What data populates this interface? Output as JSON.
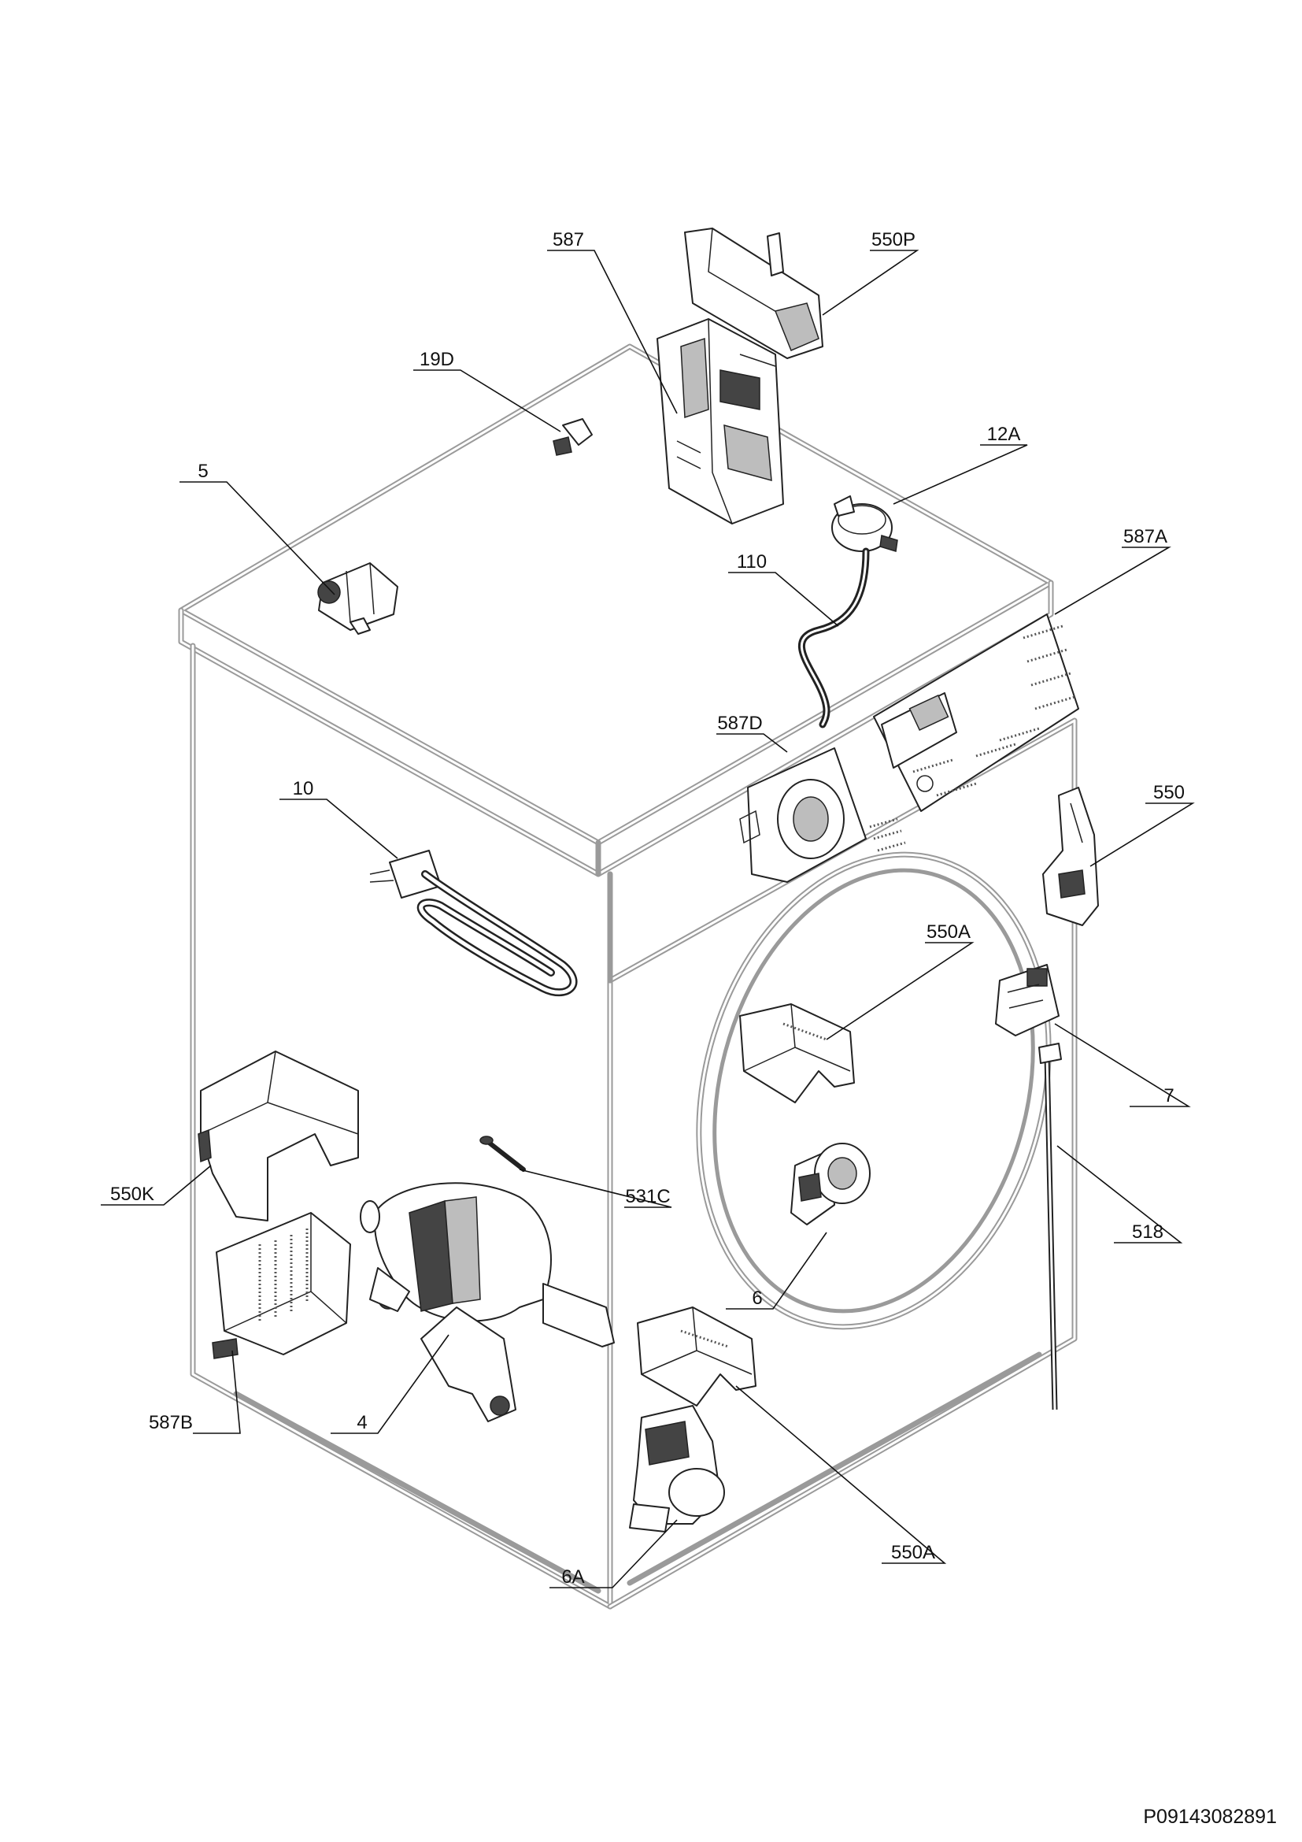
{
  "drawing": {
    "document_id": "P09143082891"
  },
  "labels": {
    "l587": "587",
    "l550P": "550P",
    "l19D": "19D",
    "l12A": "12A",
    "l5": "5",
    "l110": "110",
    "l587A": "587A",
    "l587D": "587D",
    "l10": "10",
    "l550": "550",
    "l550A_top": "550A",
    "l7": "7",
    "l550K": "550K",
    "l531C": "531C",
    "l518": "518",
    "l6": "6",
    "l587B": "587B",
    "l4": "4",
    "l550A_bottom": "550A",
    "l6A": "6A"
  },
  "colors": {
    "cabinet_outline": "#9a9a9a",
    "leader_line": "#111111",
    "text": "#111111"
  }
}
